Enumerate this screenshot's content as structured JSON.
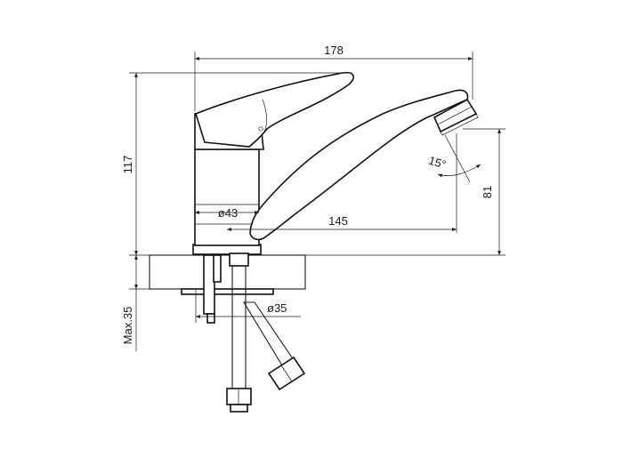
{
  "dimensions": {
    "overall_length": "178",
    "overall_height": "117",
    "spout_reach": "145",
    "spout_height": "81",
    "body_diameter": "ø43",
    "hole_diameter": "ø35",
    "max_counter_thickness": "Max.35",
    "spout_angle": "15°"
  }
}
